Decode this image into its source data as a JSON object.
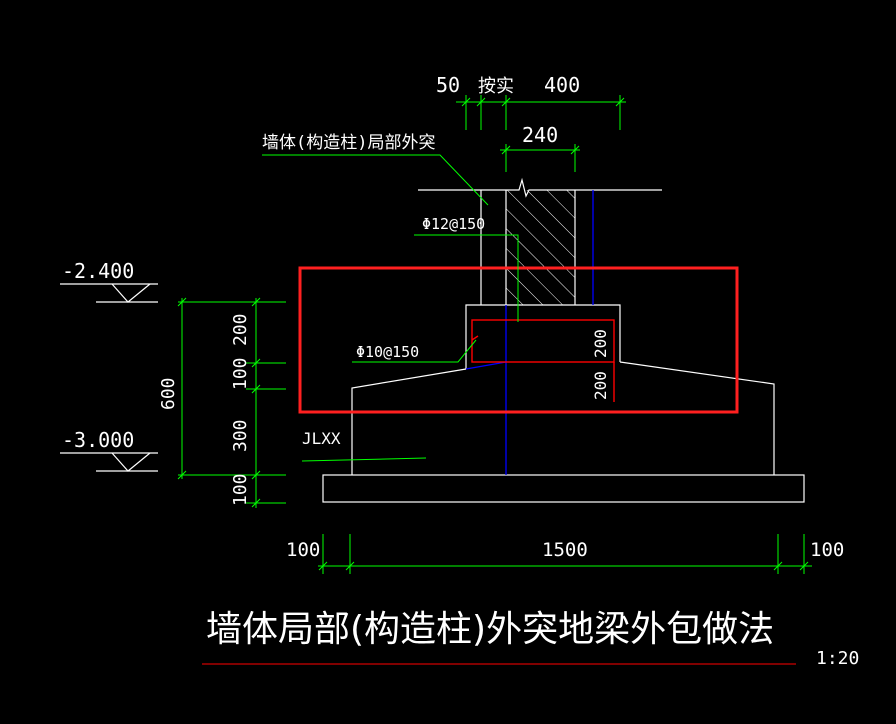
{
  "colors": {
    "background": "#000000",
    "outline": "#ffffff",
    "dimension": "#00ff00",
    "rebar": "#ff0000",
    "centerline": "#0000ff",
    "highlight": "#ff2020",
    "hatch": "#ffffff"
  },
  "dims": {
    "top_50": "50",
    "top_ansi": "按实",
    "top_400": "400",
    "wall_240": "240",
    "left_200": "200",
    "left_100a": "100",
    "left_300": "300",
    "left_100b": "100",
    "left_600": "600",
    "bottom_100_left": "100",
    "bottom_1500": "1500",
    "bottom_100_right": "100",
    "rebar_200_top": "200",
    "rebar_200_bottom": "200"
  },
  "labels": {
    "wall_local": "墙体(构造柱)局部外突",
    "rebar_12": "Φ12@150",
    "rebar_10": "Φ10@150",
    "beam_code": "JLXX"
  },
  "elevations": {
    "top": "-2.400",
    "bottom": "-3.000"
  },
  "title": "墙体局部(构造柱)外突地梁外包做法",
  "scale": "1:20"
}
